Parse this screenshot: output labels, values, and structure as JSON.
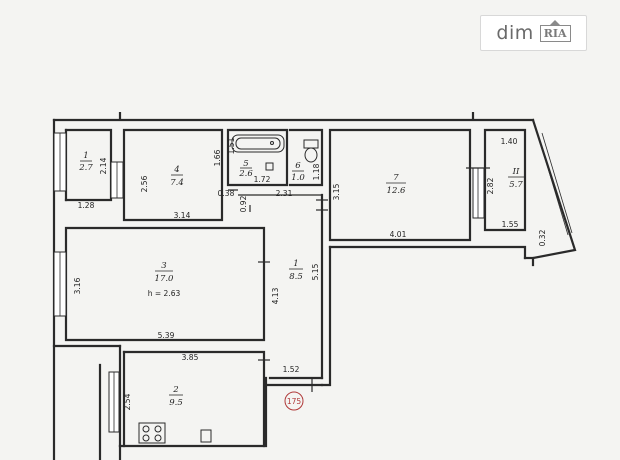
{
  "watermark": {
    "text": "dim",
    "badge": "RIA"
  },
  "plan_number": "175",
  "rooms": [
    {
      "id": "r1",
      "number": "1",
      "area": "2.7"
    },
    {
      "id": "r4",
      "number": "4",
      "area": "7.4"
    },
    {
      "id": "r5",
      "number": "5",
      "area": "2.6"
    },
    {
      "id": "r6",
      "number": "6",
      "area": "1.0"
    },
    {
      "id": "r7",
      "number": "7",
      "area": "12.6"
    },
    {
      "id": "r11",
      "number": "II",
      "area": "5.7"
    },
    {
      "id": "r3",
      "number": "3",
      "area": "17.0",
      "height": "h = 2.63"
    },
    {
      "id": "rh",
      "number": "1",
      "area": "8.5"
    },
    {
      "id": "r2",
      "number": "2",
      "area": "9.5"
    }
  ],
  "dimensions": {
    "d_214": "2.14",
    "d_128": "1.28",
    "d_256": "2.56",
    "d_314": "3.14",
    "d_166": "1.66",
    "d_151": "1.51",
    "d_038": "0.38",
    "d_172": "1.72",
    "d_092": "0.92",
    "d_231": "2.31",
    "d_118": "1.18",
    "d_315": "3.15",
    "d_401": "4.01",
    "d_140": "1.40",
    "d_282": "2.82",
    "d_155": "1.55",
    "d_032": "0.32",
    "d_316": "3.16",
    "d_539": "5.39",
    "d_413": "4.13",
    "d_515": "5.15",
    "d_385": "3.85",
    "d_152": "1.52",
    "d_254": "2.54"
  }
}
